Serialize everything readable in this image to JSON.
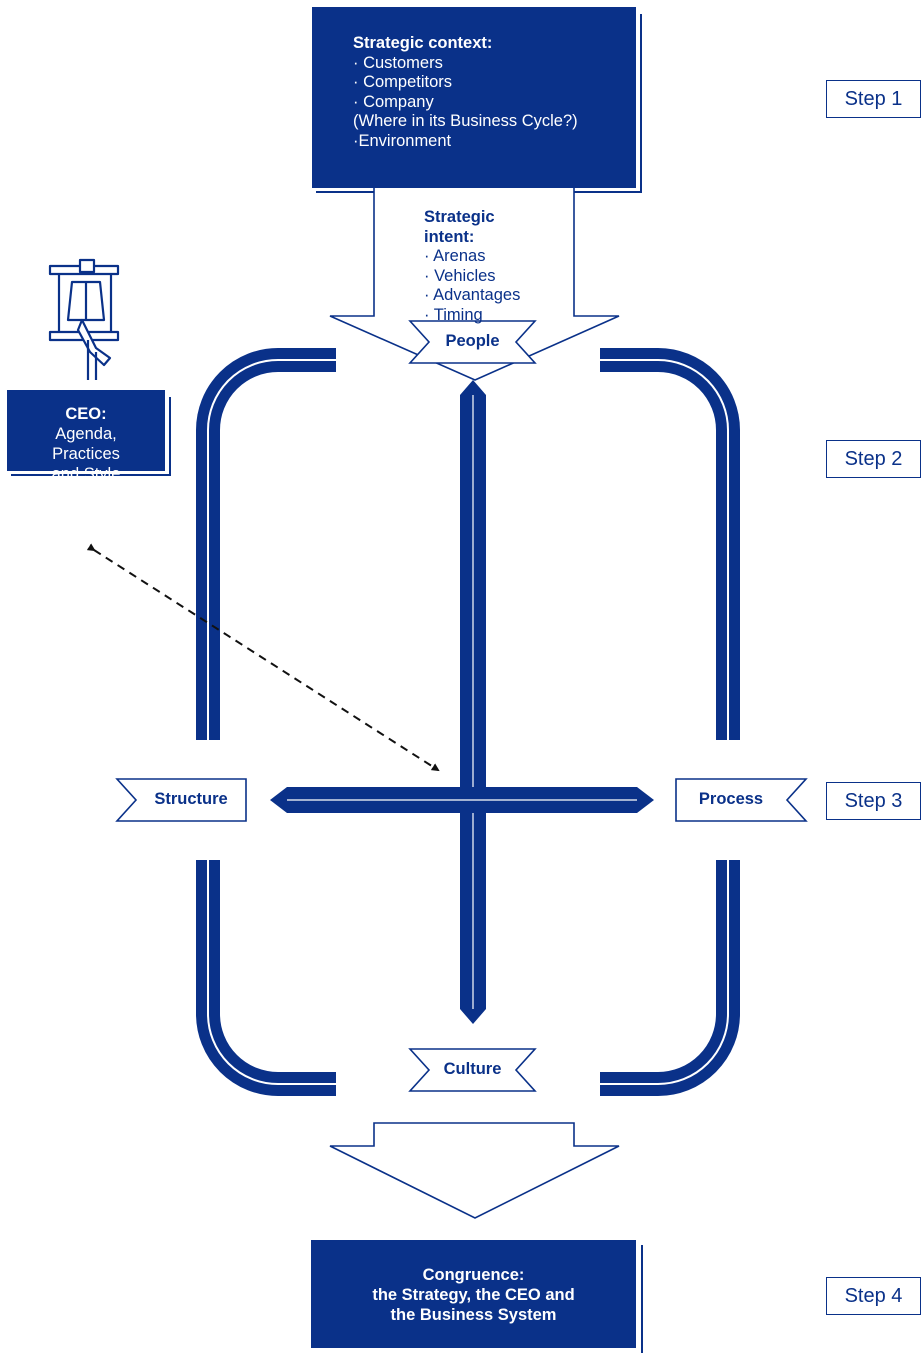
{
  "context": {
    "title": "Strategic context:",
    "items": [
      "· Customers",
      "· Competitors",
      "· Company",
      "(Where in its Business Cycle?)",
      "·Environment"
    ]
  },
  "intent": {
    "title_line1": "Strategic",
    "title_line2": "intent:",
    "items": [
      "· Arenas",
      "· Vehicles",
      "· Advantages",
      "· Timing"
    ]
  },
  "ceo": {
    "title": "CEO:",
    "line1": "Agenda,",
    "line2": "Practices",
    "line3": "and Style"
  },
  "nodes": {
    "top": "People",
    "left": "Structure",
    "right": "Process",
    "bottom": "Culture"
  },
  "congruence": {
    "line1": "Congruence:",
    "line2": "the Strategy, the CEO and",
    "line3": "the Business System"
  },
  "steps": [
    "Step 1",
    "Step 2",
    "Step 3",
    "Step 4"
  ],
  "colors": {
    "navy": "#0a3189",
    "white": "#ffffff"
  }
}
